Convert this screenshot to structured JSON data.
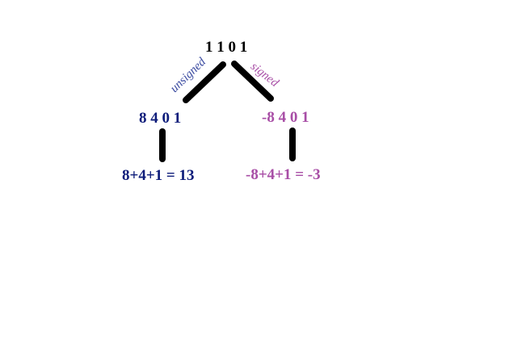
{
  "root": {
    "bits": "1 1 0 1"
  },
  "unsigned": {
    "branch_label": "unsigned",
    "weights": "8 4 0 1",
    "sum": "8+4+1 = 13",
    "color": "#0d1c7a"
  },
  "signed": {
    "branch_label": "signed",
    "weights": "-8 4 0 1",
    "sum": "-8+4+1 = -3",
    "color": "#a84ea6"
  },
  "connector_color": "#000000"
}
